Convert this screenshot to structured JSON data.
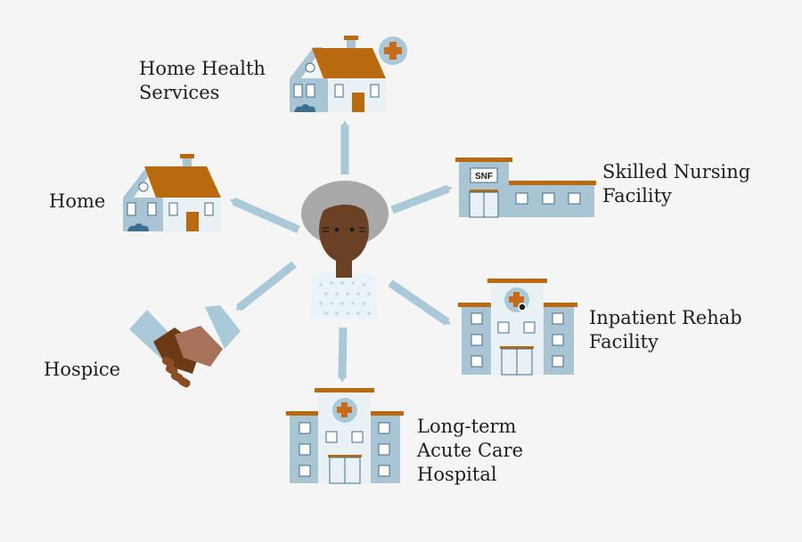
{
  "center": {
    "name": "older-adult-patient"
  },
  "destinations": {
    "home_health": {
      "lines": [
        "Home Health",
        "Services"
      ]
    },
    "home": {
      "lines": [
        "Home"
      ]
    },
    "snf": {
      "lines": [
        "Skilled Nursing",
        "Facility"
      ],
      "sign": "SNF"
    },
    "irf": {
      "lines": [
        "Inpatient Rehab",
        "Facility"
      ]
    },
    "hospice": {
      "lines": [
        "Hospice"
      ]
    },
    "ltach": {
      "lines": [
        "Long-term",
        "Acute Care",
        "Hospital"
      ]
    }
  },
  "colors": {
    "background": "#f5f5f5",
    "building": "#a9c4d2",
    "window": "#ffffff",
    "roof": "#b96a0f",
    "arrow": "#a9c9d8",
    "cross": "#c86a18",
    "skin": "#6b4125",
    "hair": "#a9a9a9",
    "gown": "#eaf3f8"
  }
}
